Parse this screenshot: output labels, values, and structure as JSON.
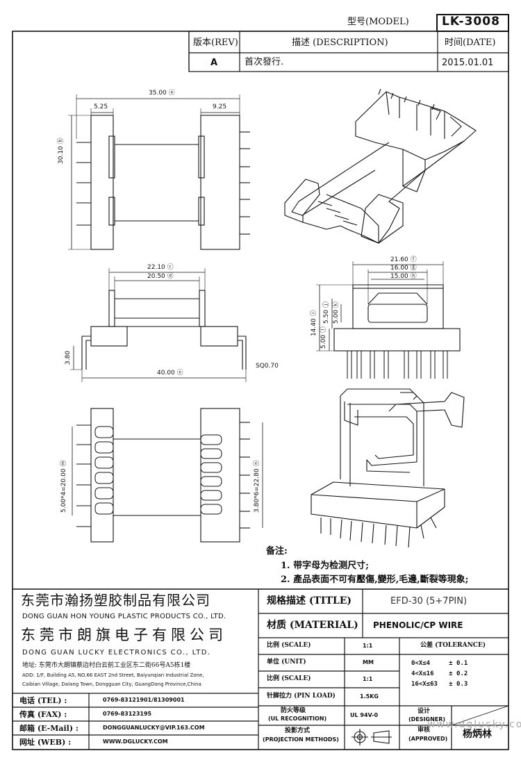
{
  "header": {
    "model_label": "型号(MODEL)",
    "model_value": "LK-3008",
    "rev_header": "版本(REV)",
    "desc_header": "描述 (DESCRIPTION)",
    "date_header": "时间(DATE)",
    "rev_value": "A",
    "desc_value": "首次發行.",
    "date_value": "2015.01.01"
  },
  "top_view": {
    "dim_width": "35.00",
    "dim_width_tag": "A",
    "dim_left": "5.25",
    "dim_right": "9.25",
    "dim_height": "30.10",
    "dim_height_tag": "B"
  },
  "front_view": {
    "dim_outer": "22.10",
    "dim_outer_tag": "C",
    "dim_inner": "20.50",
    "dim_inner_tag": "D",
    "dim_pin_span": "40.00",
    "dim_pin_span_tag": "E",
    "dim_pin_height": "3.80",
    "dim_pin_size": "SQ0.70"
  },
  "side_view": {
    "dim_a": "21.60",
    "dim_a_tag": "F",
    "dim_b": "16.00",
    "dim_b_tag": "G",
    "dim_c": "15.00",
    "dim_c_tag": "H",
    "dim_h_total": "14.40",
    "dim_h_total_tag": "I",
    "dim_h1": "5.50",
    "dim_h1_tag": "J",
    "dim_h2": "5.00",
    "dim_h2_tag": "K",
    "dim_h3": "5.00",
    "dim_h3_tag": "L"
  },
  "bottom_view": {
    "dim_left_pitch": "5.00*4=20.00",
    "dim_left_tag": "M",
    "dim_right_pitch": "3.80*6=22.80",
    "dim_right_tag": "N"
  },
  "notes": {
    "title": "备注:",
    "items": [
      "1. 带字母为检测尺寸;",
      "2. 產品表面不可有壓傷,變形,毛邊,斷裂等現象;"
    ]
  },
  "company": {
    "name1_cn": "东莞市瀚扬塑胶制品有限公司",
    "name1_en": "DONG GUAN HON YOUNG PLASTIC PRODUCTS CO., LTD.",
    "name2_cn": "东莞市朗旗电子有限公司",
    "name2_en": "DONG GUAN LUCKY ELECTRONICS CO., LTD.",
    "address_cn": "地址: 东莞市大朗镇蔡边村白云前工业区东二街66号A5栋1楼",
    "address_en1": "ADD: 1/F, Building A5, NO.66 EAST 2nd Street, Baiyunqian Industrial Zone,",
    "address_en2": "Caibian Village, Dalang Town, Dongguan City, GuangDong Province,China"
  },
  "contact": {
    "tel_label": "电话 (TEL) :",
    "tel_value": "0769-83121901/81309001",
    "fax_label": "传真 (FAX) :",
    "fax_value": "0769-83123195",
    "mail_label": "邮箱 (E-Mail) :",
    "mail_value": "DONGGUANLUCKY@VIP.163.COM",
    "web_label": "网址 (WEB) :",
    "web_value": "WWW.DGLUCKY.COM"
  },
  "spec": {
    "title_label": "规格描述 (TITLE)",
    "title_value": "EFD-30 (5+7PIN)",
    "material_label": "材质 (MATERIAL)",
    "material_value": "PHENOLIC/CP WIRE",
    "scale_label": "比例 (SCALE)",
    "scale_value": "1:1",
    "tolerance_label": "公差 (TOLERANCE)",
    "unit_label": "单位 (UNIT)",
    "unit_value": "MM",
    "tol_1": "0<X≤4     ± 0.1",
    "tol_2": "4<X≤16    ± 0.2",
    "tol_3": "16<X≤63   ± 0.3",
    "scale2_label": "比例 (SCALE)",
    "scale2_value": "1:1",
    "pinload_label": "针脚拉力 (PIN LOAD)",
    "pinload_value": "1.5KG",
    "ul_label_cn": "防火等级",
    "ul_label_en": "(UL RECOGNITION)",
    "ul_value": "UL 94V-0",
    "designer_cn": "设计",
    "designer_en": "(DESIGNER)",
    "approved_cn": "审核",
    "approved_en": "(APPROVED)",
    "approver_name": "杨炳林",
    "projection_cn": "投影方式",
    "projection_en": "(PROJECTION METHODS)",
    "watermark": "www.dglucky.com"
  }
}
